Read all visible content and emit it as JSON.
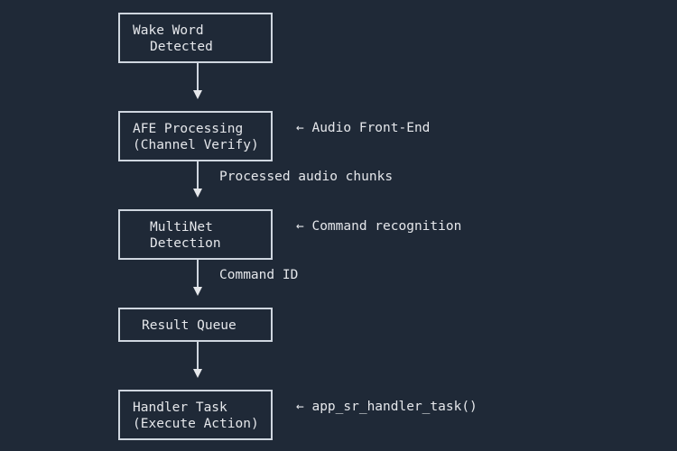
{
  "steps": [
    {
      "line1": "Wake Word",
      "line2": "Detected"
    },
    {
      "line1": "AFE Processing",
      "line2": "(Channel Verify)"
    },
    {
      "line1": "MultiNet",
      "line2": "Detection"
    },
    {
      "line1": "Result Queue",
      "line2": ""
    },
    {
      "line1": "Handler Task",
      "line2": "(Execute Action)"
    }
  ],
  "edges": [
    {
      "label": ""
    },
    {
      "label": "Processed audio chunks"
    },
    {
      "label": "Command ID"
    },
    {
      "label": ""
    }
  ],
  "annotations": [
    {
      "text": "← Audio Front-End"
    },
    {
      "text": "← Command recognition"
    },
    {
      "text": "← app_sr_handler_task()"
    }
  ],
  "colors": {
    "background": "#1f2937",
    "stroke": "#cfd6df",
    "text": "#e5e7eb"
  }
}
